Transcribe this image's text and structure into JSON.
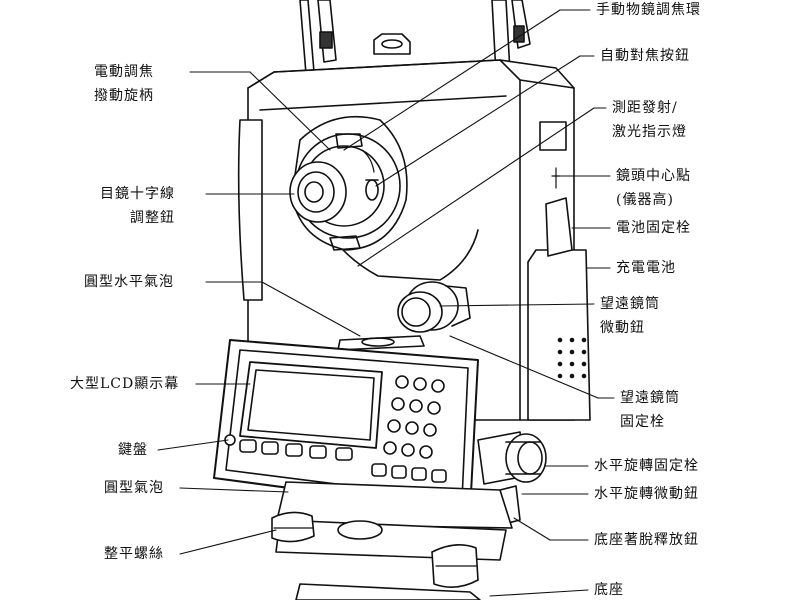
{
  "diagram": {
    "labels_left": [
      {
        "id": "electric-focus",
        "lines": [
          "電動調焦",
          "撥動旋柄"
        ]
      },
      {
        "id": "eyepiece-reticle",
        "lines": [
          "目鏡十字線",
          "調整鈕"
        ]
      },
      {
        "id": "circular-level-upper",
        "lines": [
          "圓型水平氣泡"
        ]
      },
      {
        "id": "lcd-display",
        "lines": [
          "大型LCD顯示幕"
        ]
      },
      {
        "id": "keyboard",
        "lines": [
          "鍵盤"
        ]
      },
      {
        "id": "circular-level-lower",
        "lines": [
          "圓型氣泡"
        ]
      },
      {
        "id": "leveling-screw",
        "lines": [
          "整平螺絲"
        ]
      }
    ],
    "labels_right": [
      {
        "id": "manual-focus-ring",
        "lines": [
          "手動物鏡調焦環"
        ]
      },
      {
        "id": "autofocus-button",
        "lines": [
          "自動對焦按鈕"
        ]
      },
      {
        "id": "laser-indicator",
        "lines": [
          "測距發射/",
          "激光指示燈"
        ]
      },
      {
        "id": "lens-center",
        "lines": [
          "鏡頭中心點",
          "(儀器高)"
        ]
      },
      {
        "id": "battery-latch",
        "lines": [
          "電池固定栓"
        ]
      },
      {
        "id": "rechargeable-battery",
        "lines": [
          "充電電池"
        ]
      },
      {
        "id": "telescope-fine-knob",
        "lines": [
          "望遠鏡筒",
          "微動鈕"
        ]
      },
      {
        "id": "telescope-clamp",
        "lines": [
          "望遠鏡筒",
          "固定栓"
        ]
      },
      {
        "id": "horizontal-clamp",
        "lines": [
          "水平旋轉固定栓"
        ]
      },
      {
        "id": "horizontal-fine-knob",
        "lines": [
          "水平旋轉微動鈕"
        ]
      },
      {
        "id": "tribrach-release",
        "lines": [
          "底座著脫釋放鈕"
        ]
      },
      {
        "id": "base",
        "lines": [
          "底座"
        ]
      }
    ]
  }
}
